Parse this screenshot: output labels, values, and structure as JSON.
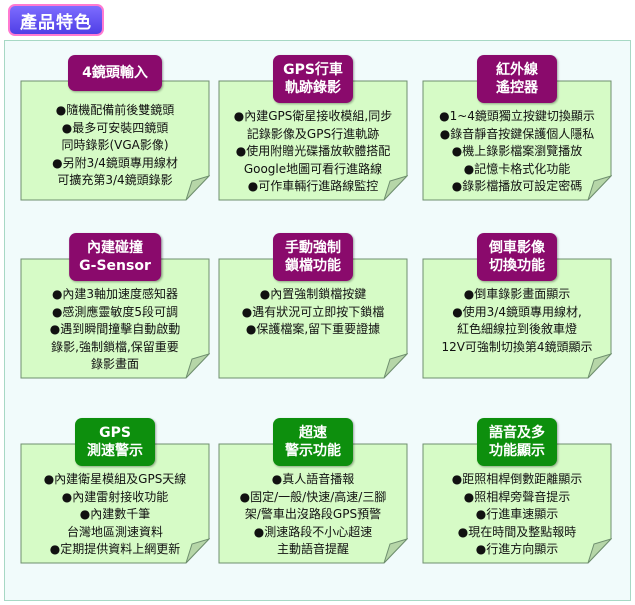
{
  "header": {
    "title": "產品特色"
  },
  "colors": {
    "purple_badge": "#8a0a6c",
    "green_badge": "#0d8f0d",
    "note_fill": "#d6fbc6",
    "frame_bg": "#f1fbfb"
  },
  "features": [
    {
      "title_lines": [
        "4鏡頭輸入"
      ],
      "badge_color": "purple",
      "lines": [
        "●隨機配備前後雙鏡頭",
        "●最多可安裝四鏡頭",
        "同時錄影(VGA影像)",
        "●另附3/4鏡頭專用線材",
        "可擴充第3/4鏡頭錄影"
      ]
    },
    {
      "title_lines": [
        "GPS行車",
        "軌跡錄影"
      ],
      "badge_color": "purple",
      "lines": [
        "●內建GPS衛星接收模組,同步",
        "記錄影像及GPS行進軌跡",
        "●使用附贈光碟播放軟體搭配",
        "Google地圖可看行進路線",
        "●可作車輛行進路線監控"
      ]
    },
    {
      "title_lines": [
        "紅外線",
        "遙控器"
      ],
      "badge_color": "purple",
      "lines": [
        "●1~4鏡頭獨立按鍵切換顯示",
        "●錄音靜音按鍵保護個人隱私",
        "●機上錄影檔案瀏覽播放",
        "●記憶卡格式化功能",
        "●錄影檔播放可設定密碼"
      ]
    },
    {
      "title_lines": [
        "內建碰撞",
        "G-Sensor"
      ],
      "badge_color": "purple",
      "lines": [
        "●內建3軸加速度感知器",
        "●感測應靈敏度5段可調",
        "●遇到瞬間撞擊自動啟動",
        "錄影,強制鎖檔,保留重要",
        "錄影畫面"
      ]
    },
    {
      "title_lines": [
        "手動強制",
        "鎖檔功能"
      ],
      "badge_color": "purple",
      "lines": [
        "●內置強制鎖檔按鍵",
        "●遇有狀況可立即按下鎖檔",
        "●保護檔案,留下重要證據"
      ]
    },
    {
      "title_lines": [
        "倒車影像",
        "切換功能"
      ],
      "badge_color": "purple",
      "lines": [
        "●倒車錄影畫面顯示",
        "●使用3/4鏡頭專用線材,",
        "紅色細線拉到後敘車燈",
        "12V可強制切換第4鏡頭顯示"
      ]
    },
    {
      "title_lines": [
        "GPS",
        "測速警示"
      ],
      "badge_color": "green",
      "lines": [
        "●內建衛星模組及GPS天線",
        "●內建雷射接收功能",
        "●內建數千筆",
        "台灣地區測速資料",
        "●定期提供資料上網更新"
      ]
    },
    {
      "title_lines": [
        "超速",
        "警示功能"
      ],
      "badge_color": "green",
      "lines": [
        "●真人語音播報",
        "●固定/一般/快速/高速/三腳",
        "架/警車出沒路段GPS預警",
        "●測速路段不小心超速",
        "主動語音提醒"
      ]
    },
    {
      "title_lines": [
        "語音及多",
        "功能顯示"
      ],
      "badge_color": "green",
      "lines": [
        "●距照相桿倒數距離顯示",
        "●照相桿旁聲音提示",
        "●行進車速顯示",
        "●現在時間及整點報時",
        "●行進方向顯示"
      ]
    }
  ]
}
